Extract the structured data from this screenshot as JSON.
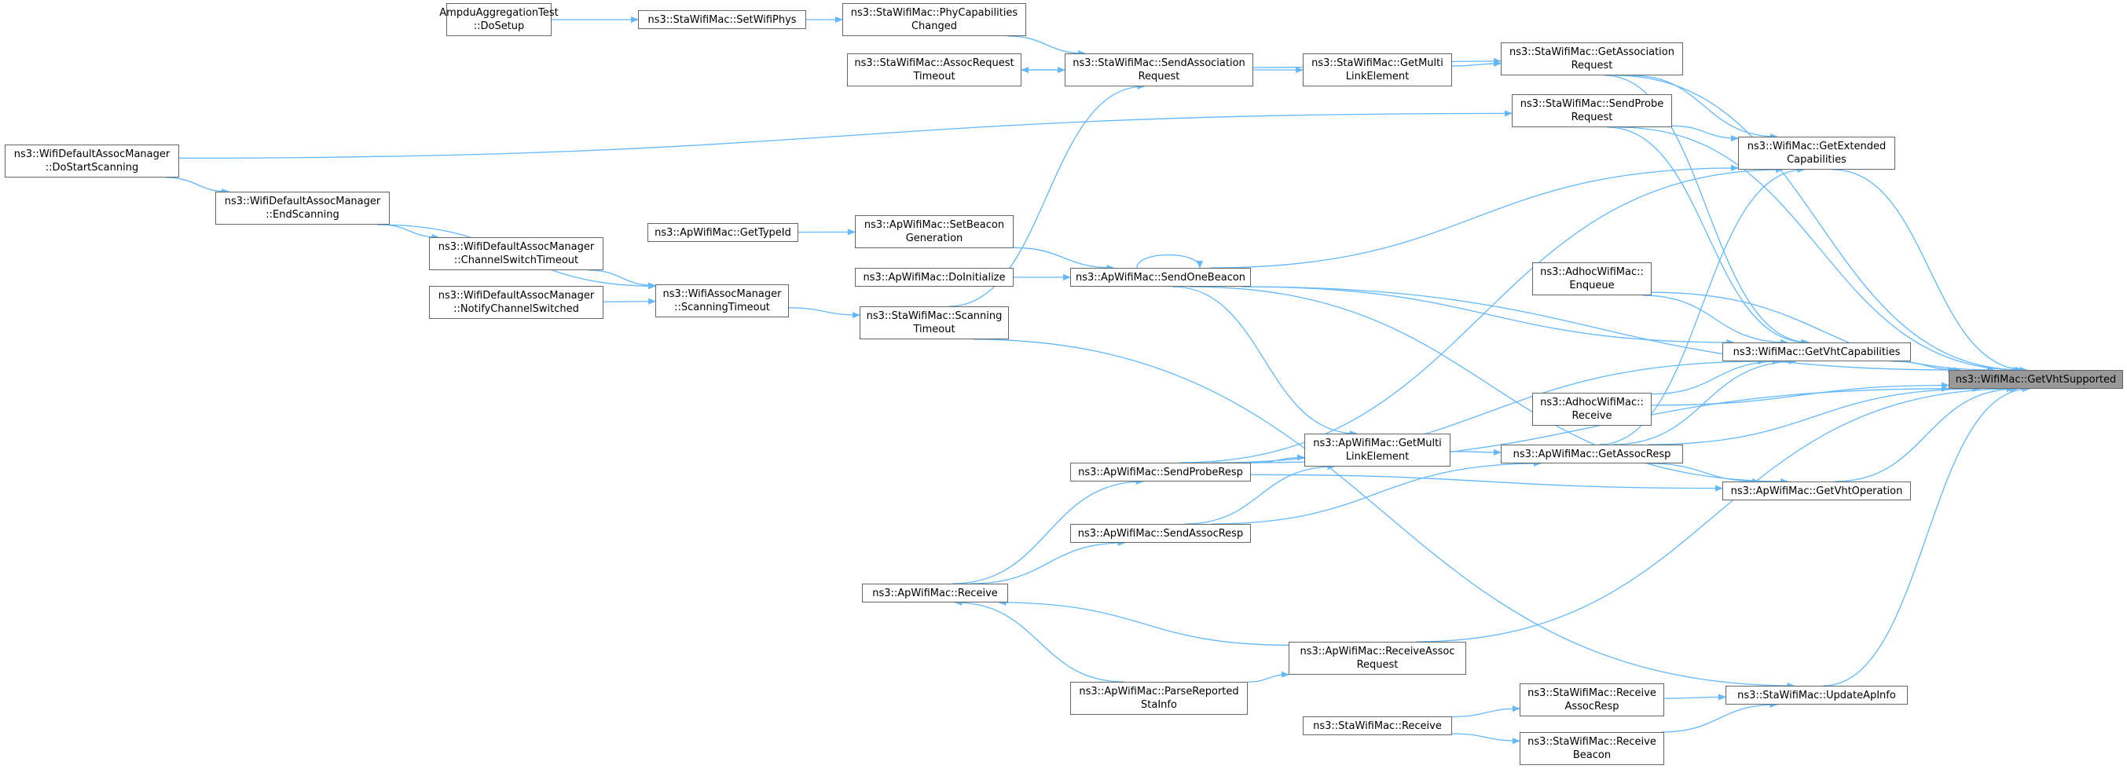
{
  "colors": {
    "edge": "#63b8ff",
    "node_border": "#666666",
    "node_fill": "#ffffff",
    "selected_fill": "#999999"
  },
  "graph": {
    "nodes": {
      "n_get_vht_supported": [
        "ns3::WifiMac::GetVhtSupported"
      ],
      "n_ampdu_dosetup": [
        "AmpduAggregationTest",
        "::DoSetup"
      ],
      "n_sta_setwifiphys": [
        "ns3::StaWifiMac::SetWifiPhys"
      ],
      "n_sta_phycap": [
        "ns3::StaWifiMac::PhyCapabilities",
        "Changed"
      ],
      "n_sta_assocreq_timeout": [
        "ns3::StaWifiMac::AssocRequest",
        "Timeout"
      ],
      "n_sta_send_assoc": [
        "ns3::StaWifiMac::SendAssociation",
        "Request"
      ],
      "n_sta_get_multilink": [
        "ns3::StaWifiMac::GetMulti",
        "LinkElement"
      ],
      "n_sta_get_assoc": [
        "ns3::StaWifiMac::GetAssociation",
        "Request"
      ],
      "n_sta_send_probe": [
        "ns3::StaWifiMac::SendProbe",
        "Request"
      ],
      "n_wifi_get_ext": [
        "ns3::WifiMac::GetExtended",
        "Capabilities"
      ],
      "n_default_dostart": [
        "ns3::WifiDefaultAssocManager",
        "::DoStartScanning"
      ],
      "n_default_endscan": [
        "ns3::WifiDefaultAssocManager",
        "::EndScanning"
      ],
      "n_default_chswitch_to": [
        "ns3::WifiDefaultAssocManager",
        "::ChannelSwitchTimeout"
      ],
      "n_default_notify": [
        "ns3::WifiDefaultAssocManager",
        "::NotifyChannelSwitched"
      ],
      "n_assoc_scan_to": [
        "ns3::WifiAssocManager",
        "::ScanningTimeout"
      ],
      "n_ap_gettypeid": [
        "ns3::ApWifiMac::GetTypeId"
      ],
      "n_ap_setbeacon": [
        "ns3::ApWifiMac::SetBeacon",
        "Generation"
      ],
      "n_ap_doinit": [
        "ns3::ApWifiMac::DoInitialize"
      ],
      "n_ap_sendbeacon": [
        "ns3::ApWifiMac::SendOneBeacon"
      ],
      "n_sta_scan_to": [
        "ns3::StaWifiMac::Scanning",
        "Timeout"
      ],
      "n_adhoc_enqueue": [
        "ns3::AdhocWifiMac::",
        "Enqueue"
      ],
      "n_wifi_get_vhtcap": [
        "ns3::WifiMac::GetVhtCapabilities"
      ],
      "n_adhoc_receive": [
        "ns3::AdhocWifiMac::",
        "Receive"
      ],
      "n_ap_get_multilink": [
        "ns3::ApWifiMac::GetMulti",
        "LinkElement"
      ],
      "n_ap_get_assocresp": [
        "ns3::ApWifiMac::GetAssocResp"
      ],
      "n_ap_sendproberesp": [
        "ns3::ApWifiMac::SendProbeResp"
      ],
      "n_ap_get_vhtop": [
        "ns3::ApWifiMac::GetVhtOperation"
      ],
      "n_ap_sendassocresp": [
        "ns3::ApWifiMac::SendAssocResp"
      ],
      "n_ap_receive": [
        "ns3::ApWifiMac::Receive"
      ],
      "n_ap_receiveassoc": [
        "ns3::ApWifiMac::ReceiveAssoc",
        "Request"
      ],
      "n_ap_parse_sta": [
        "ns3::ApWifiMac::ParseReported",
        "StaInfo"
      ],
      "n_sta_receive_assocresp": [
        "ns3::StaWifiMac::Receive",
        "AssocResp"
      ],
      "n_sta_updateap": [
        "ns3::StaWifiMac::UpdateApInfo"
      ],
      "n_sta_receive": [
        "ns3::StaWifiMac::Receive"
      ],
      "n_sta_receive_beacon": [
        "ns3::StaWifiMac::Receive",
        "Beacon"
      ]
    },
    "edges": [
      [
        "n_ampdu_dosetup",
        "n_sta_setwifiphys"
      ],
      [
        "n_sta_setwifiphys",
        "n_sta_phycap"
      ],
      [
        "n_sta_phycap",
        "n_sta_send_assoc"
      ],
      [
        "n_sta_send_assoc",
        "n_sta_assocreq_timeout"
      ],
      [
        "n_sta_assocreq_timeout",
        "n_sta_send_assoc"
      ],
      [
        "n_sta_send_assoc",
        "n_sta_get_multilink"
      ],
      [
        "n_sta_get_multilink",
        "n_sta_get_assoc"
      ],
      [
        "n_sta_send_assoc",
        "n_sta_get_assoc"
      ],
      [
        "n_sta_scan_to",
        "n_sta_send_assoc"
      ],
      [
        "n_sta_get_assoc",
        "n_wifi_get_ext"
      ],
      [
        "n_sta_send_probe",
        "n_wifi_get_ext"
      ],
      [
        "n_sta_get_assoc",
        "n_wifi_get_vhtcap"
      ],
      [
        "n_sta_send_probe",
        "n_wifi_get_vhtcap"
      ],
      [
        "n_sta_get_assoc",
        "n_get_vht_supported"
      ],
      [
        "n_sta_send_probe",
        "n_get_vht_supported"
      ],
      [
        "n_default_dostart",
        "n_sta_send_probe"
      ],
      [
        "n_default_dostart",
        "n_default_endscan"
      ],
      [
        "n_default_endscan",
        "n_default_chswitch_to"
      ],
      [
        "n_default_endscan",
        "n_assoc_scan_to"
      ],
      [
        "n_default_chswitch_to",
        "n_assoc_scan_to"
      ],
      [
        "n_default_notify",
        "n_assoc_scan_to"
      ],
      [
        "n_assoc_scan_to",
        "n_sta_scan_to"
      ],
      [
        "n_ap_gettypeid",
        "n_ap_setbeacon"
      ],
      [
        "n_ap_setbeacon",
        "n_ap_sendbeacon"
      ],
      [
        "n_ap_doinit",
        "n_ap_sendbeacon"
      ],
      [
        "n_ap_sendbeacon",
        "n_ap_sendbeacon"
      ],
      [
        "n_ap_sendbeacon",
        "n_wifi_get_ext"
      ],
      [
        "n_ap_sendbeacon",
        "n_wifi_get_vhtcap"
      ],
      [
        "n_ap_sendbeacon",
        "n_get_vht_supported"
      ],
      [
        "n_ap_sendbeacon",
        "n_ap_get_multilink"
      ],
      [
        "n_ap_sendbeacon",
        "n_ap_get_vhtop"
      ],
      [
        "n_wifi_get_ext",
        "n_get_vht_supported"
      ],
      [
        "n_adhoc_enqueue",
        "n_wifi_get_vhtcap"
      ],
      [
        "n_adhoc_enqueue",
        "n_get_vht_supported"
      ],
      [
        "n_adhoc_receive",
        "n_wifi_get_vhtcap"
      ],
      [
        "n_adhoc_receive",
        "n_get_vht_supported"
      ],
      [
        "n_wifi_get_vhtcap",
        "n_get_vht_supported"
      ],
      [
        "n_ap_get_assocresp",
        "n_wifi_get_ext"
      ],
      [
        "n_ap_get_assocresp",
        "n_wifi_get_vhtcap"
      ],
      [
        "n_ap_get_assocresp",
        "n_get_vht_supported"
      ],
      [
        "n_ap_get_assocresp",
        "n_ap_get_vhtop"
      ],
      [
        "n_ap_get_multilink",
        "n_ap_get_assocresp"
      ],
      [
        "n_ap_sendproberesp",
        "n_ap_get_multilink"
      ],
      [
        "n_ap_sendproberesp",
        "n_wifi_get_ext"
      ],
      [
        "n_ap_sendproberesp",
        "n_wifi_get_vhtcap"
      ],
      [
        "n_ap_sendproberesp",
        "n_ap_get_vhtop"
      ],
      [
        "n_ap_sendproberesp",
        "n_get_vht_supported"
      ],
      [
        "n_ap_sendassocresp",
        "n_ap_get_multilink"
      ],
      [
        "n_ap_sendassocresp",
        "n_ap_get_assocresp"
      ],
      [
        "n_ap_get_vhtop",
        "n_get_vht_supported"
      ],
      [
        "n_ap_receive",
        "n_ap_sendproberesp"
      ],
      [
        "n_ap_receive",
        "n_ap_sendassocresp"
      ],
      [
        "n_ap_receiveassoc",
        "n_ap_receive"
      ],
      [
        "n_ap_parse_sta",
        "n_ap_receive"
      ],
      [
        "n_ap_parse_sta",
        "n_ap_receiveassoc"
      ],
      [
        "n_ap_receiveassoc",
        "n_get_vht_supported"
      ],
      [
        "n_sta_scan_to",
        "n_sta_updateap"
      ],
      [
        "n_sta_receive_assocresp",
        "n_sta_updateap"
      ],
      [
        "n_sta_receive_beacon",
        "n_sta_updateap"
      ],
      [
        "n_sta_receive",
        "n_sta_receive_assocresp"
      ],
      [
        "n_sta_receive",
        "n_sta_receive_beacon"
      ],
      [
        "n_sta_updateap",
        "n_get_vht_supported"
      ]
    ]
  }
}
